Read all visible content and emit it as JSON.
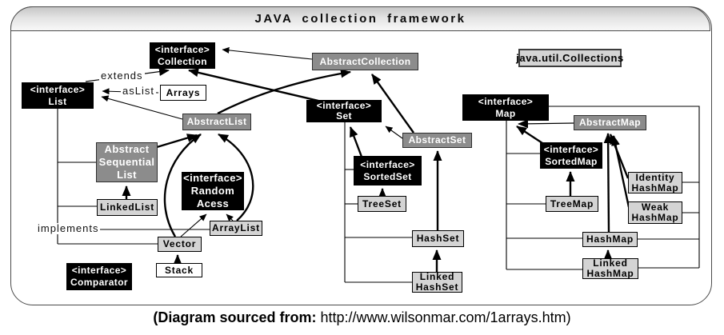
{
  "title": "JAVA collection framework",
  "caption": {
    "prefix": "(Diagram sourced from:",
    "url": "http://www.wilsonmar.com/1arrays.htm)"
  },
  "edge_labels": {
    "extends": "extends",
    "as_list": "asList",
    "implements": "implements"
  },
  "colors": {
    "interface_box": "#000000",
    "abstract_box": "#8c8c8c",
    "class_box": "#d4d4d4",
    "plain_box": "#ffffff"
  },
  "nodes": {
    "collection": "<interface>\nCollection",
    "abstract_collection": "AbstractCollection",
    "java_util_collections": "java.util.Collections",
    "list": "<interface>\nList",
    "arrays": "Arrays",
    "abstract_list": "AbstractList",
    "abstract_sequential_list": "Abstract\nSequential\nList",
    "linked_list": "LinkedList",
    "random_access": "<interface>\nRandom\nAcess",
    "array_list": "ArrayList",
    "vector": "Vector",
    "stack": "Stack",
    "comparator": "<interface>\nComparator",
    "set": "<interface>\nSet",
    "abstract_set": "AbstractSet",
    "sorted_set": "<interface>\nSortedSet",
    "tree_set": "TreeSet",
    "hash_set": "HashSet",
    "linked_hash_set": "Linked\nHashSet",
    "map": "<interface>\nMap",
    "abstract_map": "AbstractMap",
    "sorted_map": "<interface>\nSortedMap",
    "tree_map": "TreeMap",
    "identity_hash_map": "Identity\nHashMap",
    "weak_hash_map": "Weak\nHashMap",
    "hash_map": "HashMap",
    "linked_hash_map": "Linked\nHashMap"
  }
}
